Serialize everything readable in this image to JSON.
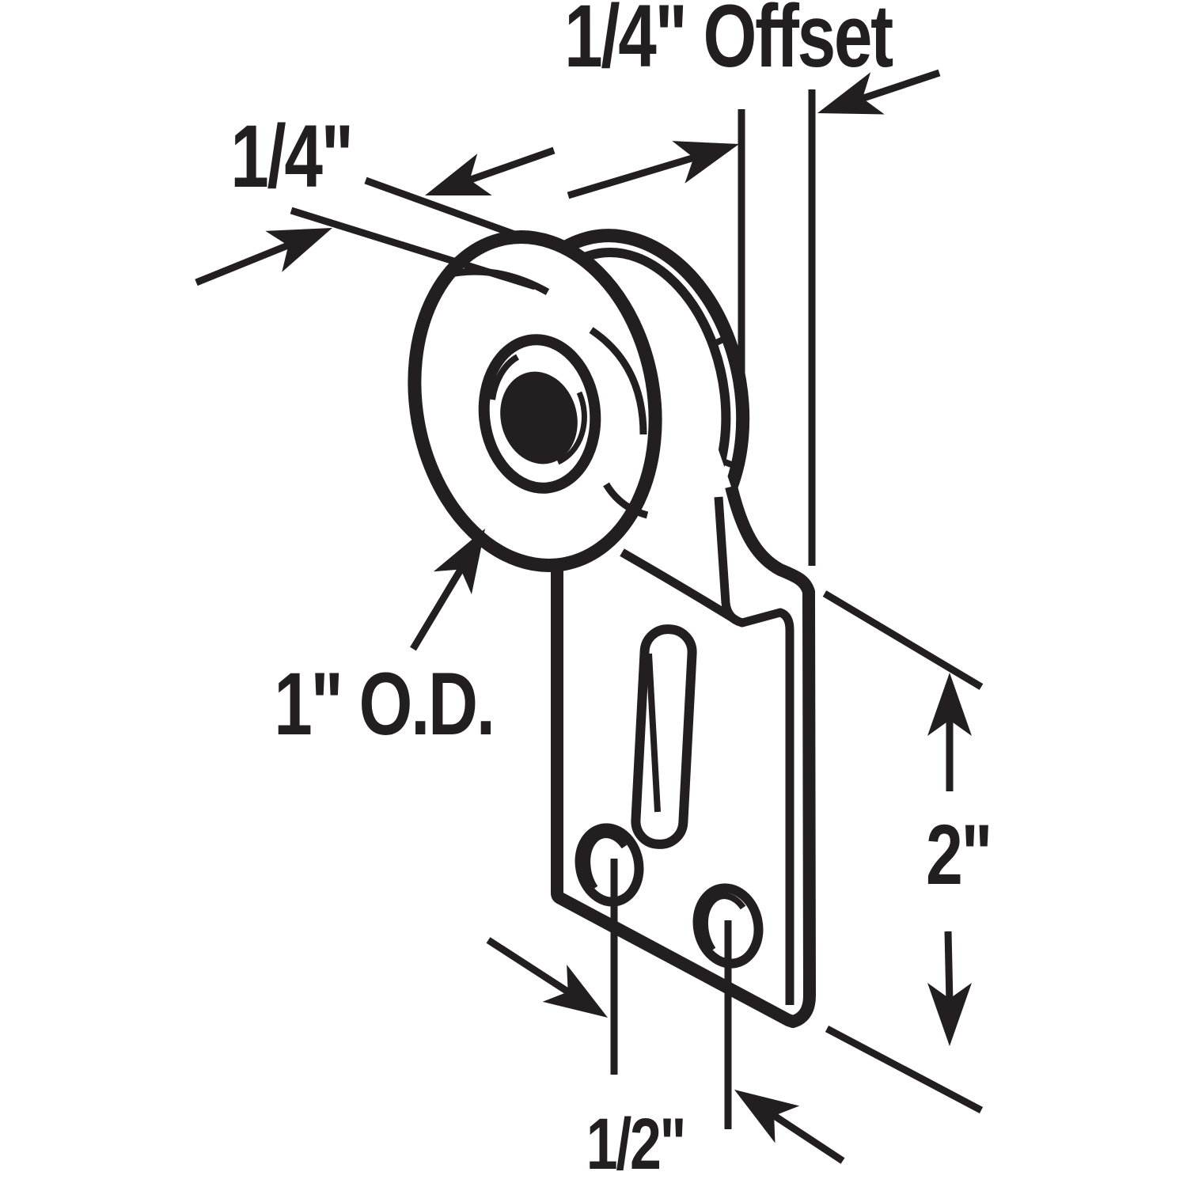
{
  "figure": {
    "type": "technical-line-diagram",
    "subject": "closet door roller with offset bracket, front wheel, mounting plate with slot and two screw holes",
    "colors": {
      "ink": "#231f20",
      "background": "#ffffff"
    },
    "labels": {
      "offset": "1/4\" Offset",
      "wheel_width": "1/4\"",
      "outer_diameter": "1\" O.D.",
      "plate_height": "2\"",
      "hole_spacing": "1/2\""
    }
  }
}
